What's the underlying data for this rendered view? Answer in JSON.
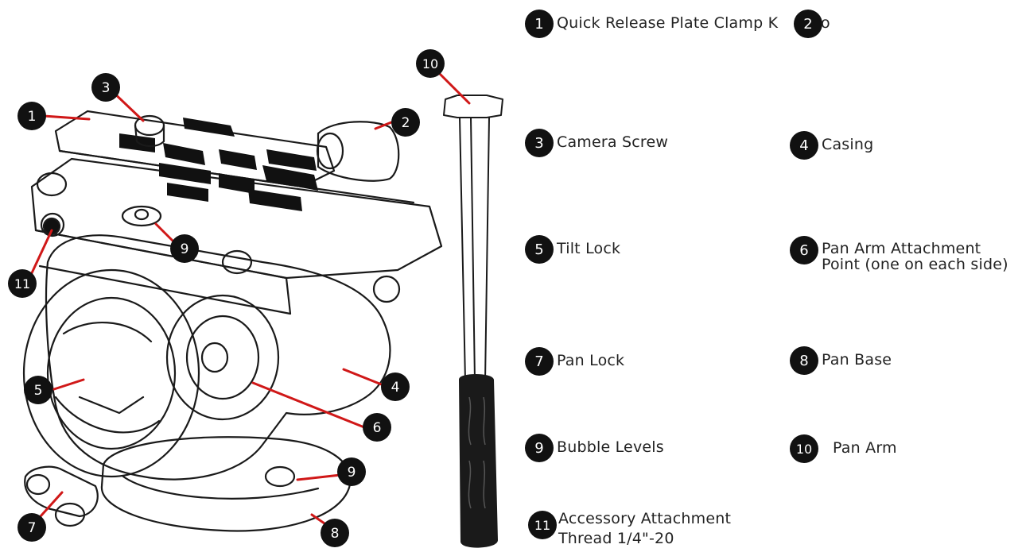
{
  "callouts": {
    "c1": "1",
    "c2": "2",
    "c3": "3",
    "c4": "4",
    "c5": "5",
    "c6": "6",
    "c7": "7",
    "c8": "8",
    "c9a": "9",
    "c9b": "9",
    "c10": "10",
    "c11": "11"
  },
  "legend": [
    {
      "num": "1",
      "label": "Quick Release Plate Clamp K"
    },
    {
      "num": "2",
      "label": "o"
    },
    {
      "num": "3",
      "label": "Camera Screw"
    },
    {
      "num": "4",
      "label": "Casing"
    },
    {
      "num": "5",
      "label": "Tilt Lock"
    },
    {
      "num": "6",
      "label": "Pan Arm Attachment\nPoint (one on each side)"
    },
    {
      "num": "7",
      "label": "Pan Lock"
    },
    {
      "num": "8",
      "label": "Pan Base"
    },
    {
      "num": "9",
      "label": "Bubble Levels"
    },
    {
      "num": "10",
      "label": "Pan Arm"
    },
    {
      "num": "11",
      "label": "Accessory Attachment\nThread 1/4\"-20"
    }
  ],
  "colors": {
    "leader": "#d01818",
    "badge": "#111111",
    "line_art": "#1a1a1a"
  }
}
